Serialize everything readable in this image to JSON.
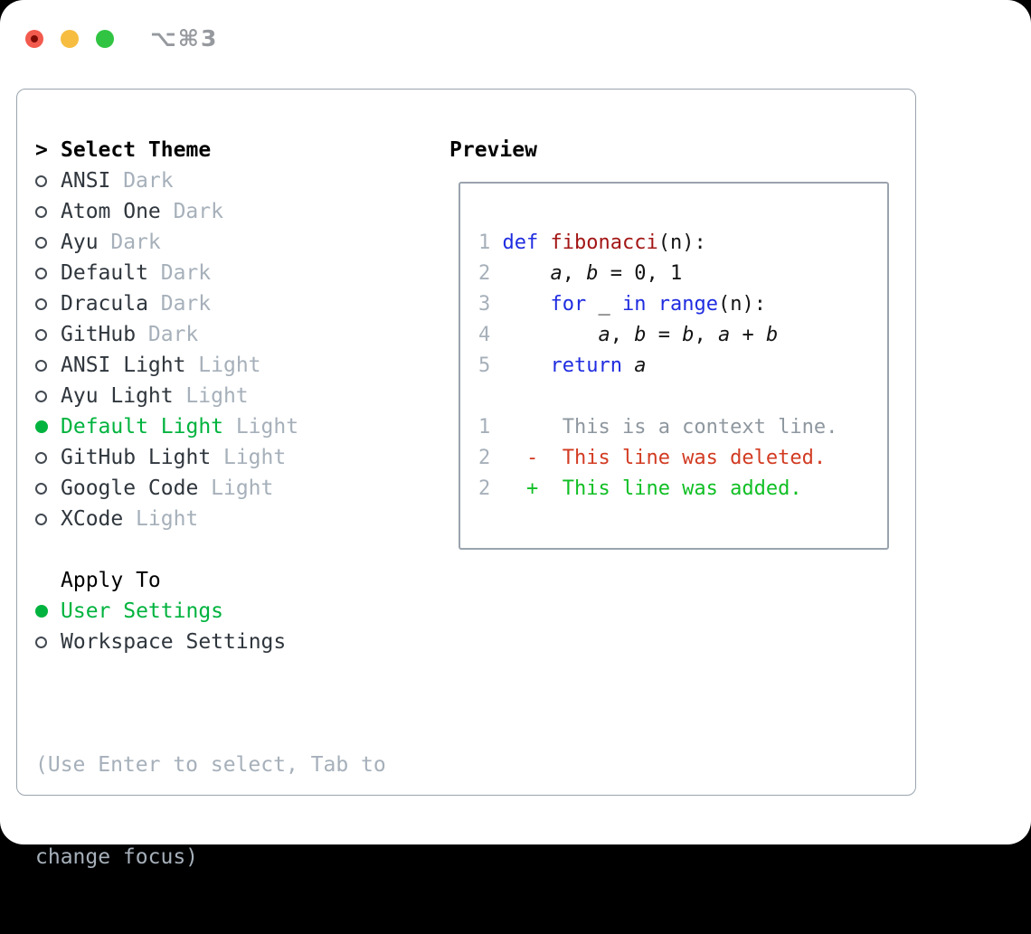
{
  "window": {
    "shortcut": "⌥⌘3"
  },
  "colors": {
    "tl_red": "#f25a4d",
    "tl_red_dot": "#7d0b03",
    "tl_yellow": "#f6bd40",
    "tl_green": "#30c442",
    "chrome_gray": "#96999e",
    "border_gray": "#9aa4ae",
    "item_text": "#2f363d",
    "circle_stroke": "#434a52",
    "muted_gray": "#a6b0ba",
    "ui_green": "#00b33e",
    "kw_blue": "#1f2ce0",
    "fn_red": "#a31515",
    "code_plain": "#141414",
    "ctx_gray": "#8e979f",
    "del_red": "#d23b22",
    "add_green": "#10bf24"
  },
  "sidebar": {
    "prompt": ">",
    "title": "Select Theme",
    "themes": [
      {
        "name": "ANSI",
        "tag": "Dark",
        "selected": false
      },
      {
        "name": "Atom One",
        "tag": "Dark",
        "selected": false
      },
      {
        "name": "Ayu",
        "tag": "Dark",
        "selected": false
      },
      {
        "name": "Default",
        "tag": "Dark",
        "selected": false
      },
      {
        "name": "Dracula",
        "tag": "Dark",
        "selected": false
      },
      {
        "name": "GitHub",
        "tag": "Dark",
        "selected": false
      },
      {
        "name": "ANSI Light",
        "tag": "Light",
        "selected": false
      },
      {
        "name": "Ayu Light",
        "tag": "Light",
        "selected": false
      },
      {
        "name": "Default Light",
        "tag": "Light",
        "selected": true
      },
      {
        "name": "GitHub Light",
        "tag": "Light",
        "selected": false
      },
      {
        "name": "Google Code",
        "tag": "Light",
        "selected": false
      },
      {
        "name": "XCode",
        "tag": "Light",
        "selected": false
      }
    ],
    "apply_to": {
      "title": "Apply To",
      "options": [
        {
          "label": "User Settings",
          "selected": true
        },
        {
          "label": "Workspace Settings",
          "selected": false
        }
      ]
    },
    "hint_lines": [
      "(Use Enter to select, Tab to",
      "change focus)"
    ]
  },
  "preview": {
    "title": "Preview",
    "lines": [
      {
        "segments": [
          {
            "t": "1",
            "c": "num"
          },
          {
            "t": " ",
            "c": "plain"
          },
          {
            "t": "def",
            "c": "kw"
          },
          {
            "t": " ",
            "c": "plain"
          },
          {
            "t": "fibonacci",
            "c": "fn"
          },
          {
            "t": "(n):",
            "c": "plain"
          }
        ]
      },
      {
        "segments": [
          {
            "t": "2",
            "c": "num"
          },
          {
            "t": "     ",
            "c": "plain"
          },
          {
            "t": "a",
            "c": "var"
          },
          {
            "t": ", ",
            "c": "plain"
          },
          {
            "t": "b",
            "c": "var"
          },
          {
            "t": " = 0, 1",
            "c": "plain"
          }
        ]
      },
      {
        "segments": [
          {
            "t": "3",
            "c": "num"
          },
          {
            "t": "     ",
            "c": "plain"
          },
          {
            "t": "for",
            "c": "kw"
          },
          {
            "t": " _ ",
            "c": "plain"
          },
          {
            "t": "in",
            "c": "kw"
          },
          {
            "t": " ",
            "c": "plain"
          },
          {
            "t": "range",
            "c": "kw"
          },
          {
            "t": "(n):",
            "c": "plain"
          }
        ]
      },
      {
        "segments": [
          {
            "t": "4",
            "c": "num"
          },
          {
            "t": "         ",
            "c": "plain"
          },
          {
            "t": "a",
            "c": "var"
          },
          {
            "t": ", ",
            "c": "plain"
          },
          {
            "t": "b",
            "c": "var"
          },
          {
            "t": " = ",
            "c": "plain"
          },
          {
            "t": "b",
            "c": "var"
          },
          {
            "t": ", ",
            "c": "plain"
          },
          {
            "t": "a",
            "c": "var"
          },
          {
            "t": " + ",
            "c": "plain"
          },
          {
            "t": "b",
            "c": "var"
          }
        ]
      },
      {
        "segments": [
          {
            "t": "5",
            "c": "num"
          },
          {
            "t": "     ",
            "c": "plain"
          },
          {
            "t": "return",
            "c": "kw"
          },
          {
            "t": " ",
            "c": "plain"
          },
          {
            "t": "a",
            "c": "var"
          }
        ]
      },
      {
        "segments": []
      },
      {
        "segments": [
          {
            "t": "1",
            "c": "num"
          },
          {
            "t": "      ",
            "c": "plain"
          },
          {
            "t": "This is a context line.",
            "c": "ctx"
          }
        ]
      },
      {
        "segments": [
          {
            "t": "2",
            "c": "num"
          },
          {
            "t": "   ",
            "c": "plain"
          },
          {
            "t": "-  This line was deleted.",
            "c": "del"
          }
        ]
      },
      {
        "segments": [
          {
            "t": "2",
            "c": "num"
          },
          {
            "t": "   ",
            "c": "plain"
          },
          {
            "t": "+  This line was added.",
            "c": "add"
          }
        ]
      }
    ]
  }
}
